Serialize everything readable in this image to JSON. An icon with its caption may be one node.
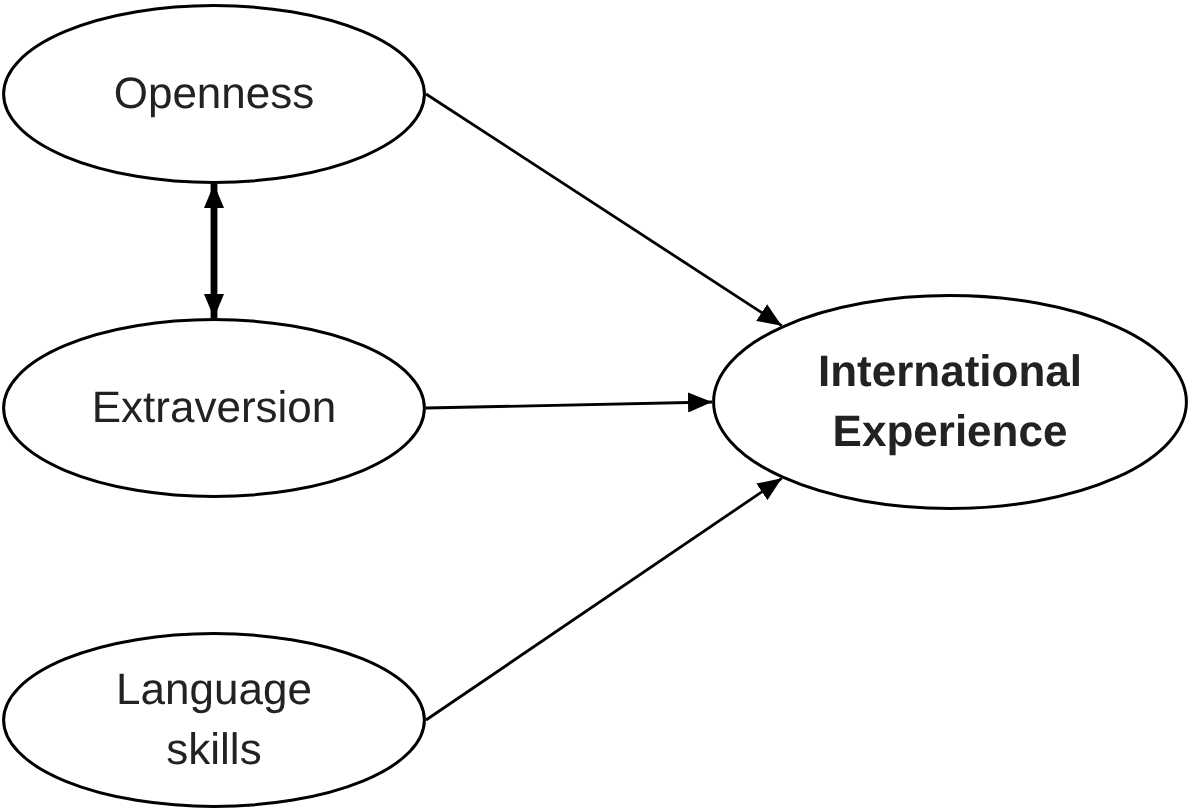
{
  "diagram": {
    "nodes": [
      {
        "text": [
          "Openness"
        ]
      },
      {
        "text": [
          "Extraversion"
        ]
      },
      {
        "text": [
          "Language skills"
        ]
      },
      {
        "text": [
          "International Experience"
        ]
      }
    ],
    "edges": [
      {
        "from": 0,
        "to": 3,
        "arrow": "to"
      },
      {
        "from": 0,
        "to": 1,
        "arrow": "both",
        "style": "thick"
      },
      {
        "from": 1,
        "to": 3,
        "arrow": "to"
      },
      {
        "from": 2,
        "to": 3,
        "arrow": "to"
      }
    ]
  }
}
